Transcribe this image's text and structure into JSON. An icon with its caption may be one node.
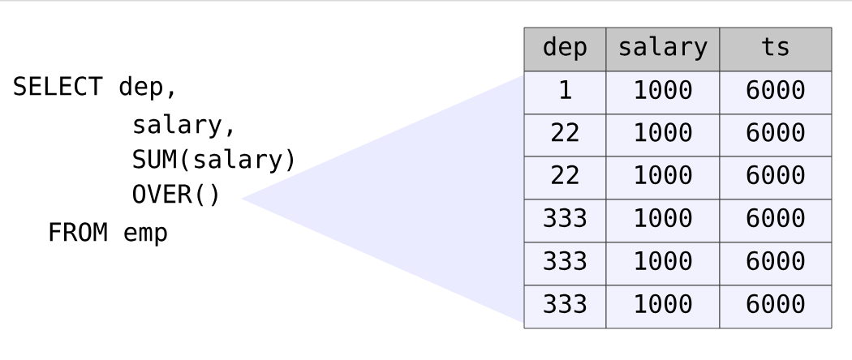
{
  "diagram": {
    "nodes": [
      {
        "text": [],
        "shape": "triangle"
      }
    ],
    "labels": [
      "SELECT dep,",
      "salary,",
      "SUM(salary)",
      "OVER()",
      "FROM emp",
      "dep",
      "salary",
      "ts",
      "1",
      "1000",
      "6000",
      "22",
      "1000",
      "6000",
      "22",
      "1000",
      "6000",
      "333",
      "1000",
      "6000",
      "333",
      "1000",
      "6000",
      "333",
      "1000",
      "6000"
    ]
  }
}
